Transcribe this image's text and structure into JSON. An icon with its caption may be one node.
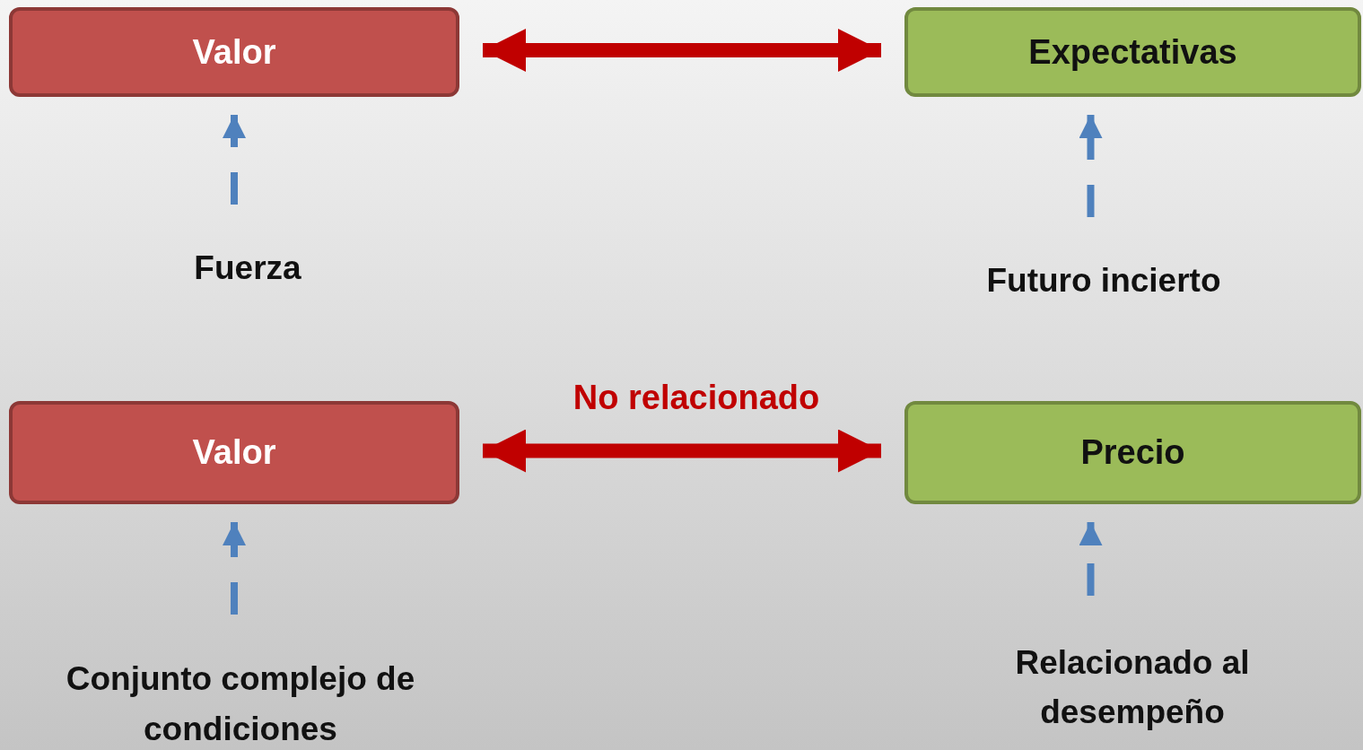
{
  "diagram": {
    "nodes": [
      {
        "text": [
          "Valor"
        ]
      },
      {
        "text": [
          "Expectativas"
        ]
      },
      {
        "text": [
          "Fuerza"
        ]
      },
      {
        "text": [
          "Futuro incierto"
        ]
      },
      {
        "text": [
          "Valor"
        ]
      },
      {
        "text": [
          "Precio"
        ]
      },
      {
        "text": [
          "Conjunto complejo de condiciones"
        ]
      },
      {
        "text": [
          "Relacionado al desempeño"
        ]
      }
    ],
    "edges": [
      {
        "from": 0,
        "to": 1,
        "arrow": "both",
        "style": "thick",
        "color": "#c00000"
      },
      {
        "from": 2,
        "to": 0,
        "arrow": "to",
        "style": "dashed"
      },
      {
        "from": 3,
        "to": 1,
        "arrow": "to",
        "style": "dashed"
      },
      {
        "from": 4,
        "to": 5,
        "arrow": "both",
        "style": "thick",
        "color": "#c00000",
        "label": "No relacionado"
      },
      {
        "from": 6,
        "to": 4,
        "arrow": "to",
        "style": "dashed"
      },
      {
        "from": 7,
        "to": 5,
        "arrow": "to",
        "style": "dashed"
      }
    ]
  }
}
